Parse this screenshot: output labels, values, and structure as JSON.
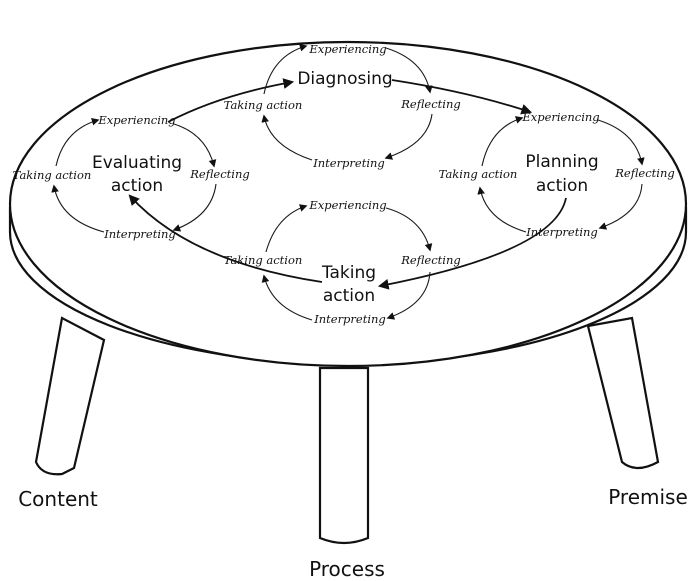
{
  "legs": {
    "left": "Content",
    "middle": "Process",
    "right": "Premise"
  },
  "cycles": [
    {
      "id": "diagnosing",
      "stage": [
        "Diagnosing"
      ],
      "steps": {
        "experiencing": "Experiencing",
        "reflecting": "Reflecting",
        "interpreting": "Interpreting",
        "taking_action": "Taking action"
      }
    },
    {
      "id": "evaluating",
      "stage": [
        "Evaluating",
        "action"
      ],
      "steps": {
        "experiencing": "Experiencing",
        "reflecting": "Reflecting",
        "interpreting": "Interpreting",
        "taking_action": "Taking action"
      }
    },
    {
      "id": "planning",
      "stage": [
        "Planning",
        "action"
      ],
      "steps": {
        "experiencing": "Experiencing",
        "reflecting": "Reflecting",
        "interpreting": "Interpreting",
        "taking_action": "Taking action"
      }
    },
    {
      "id": "taking",
      "stage": [
        "Taking",
        "action"
      ],
      "steps": {
        "experiencing": "Experiencing",
        "reflecting": "Reflecting",
        "interpreting": "Interpreting",
        "taking_action": "Taking action"
      }
    }
  ]
}
